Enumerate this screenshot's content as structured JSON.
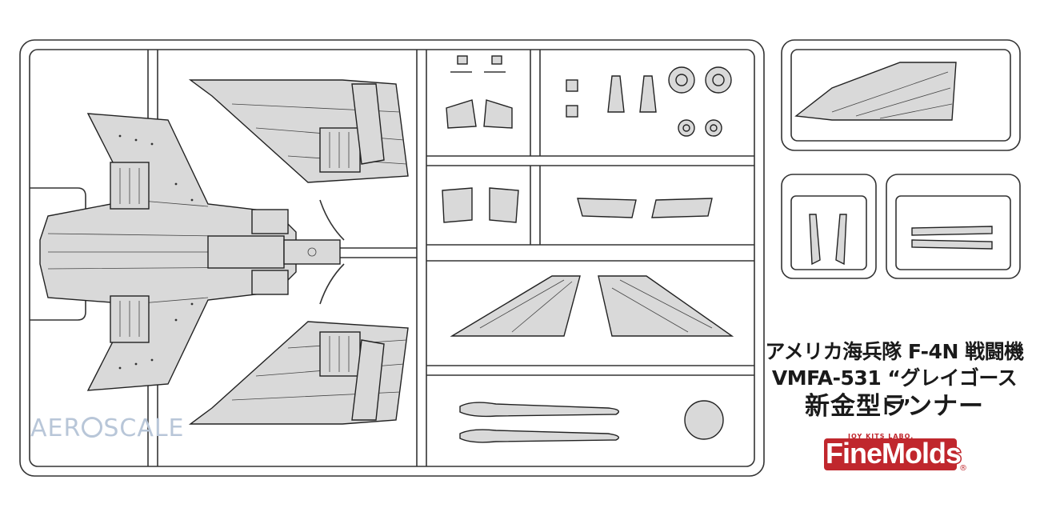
{
  "caption": {
    "line1": "アメリカ海兵隊 F-4N 戦闘機",
    "line2": "VMFA-531 “グレイゴースト”",
    "line3": "新金型ランナー"
  },
  "watermark": {
    "left": "AER",
    "right": "SCALE"
  },
  "brand": {
    "small": "JOY KITS LABO.",
    "name": "FineMolds",
    "reg": "®",
    "color": "#c0272d"
  },
  "colors": {
    "part_fill": "#d9d9d9",
    "sprue_fill": "#ffffff",
    "line": "#2a2a2a"
  }
}
